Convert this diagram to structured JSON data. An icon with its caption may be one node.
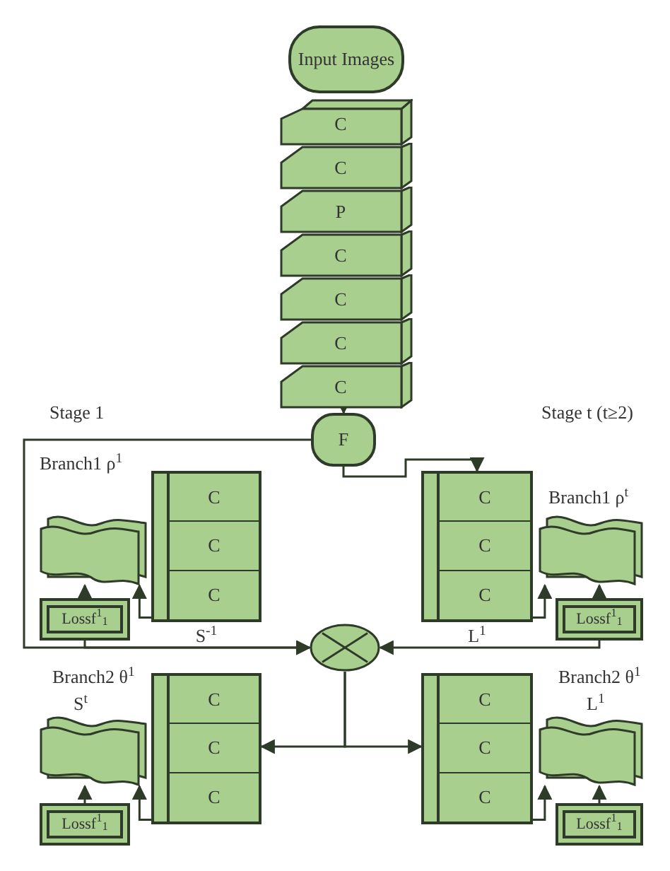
{
  "diagram": {
    "nodes": [
      {
        "text": [
          "Input Images"
        ]
      },
      {
        "text": [
          "C"
        ]
      },
      {
        "text": [
          "C"
        ]
      },
      {
        "text": [
          "P"
        ]
      },
      {
        "text": [
          "C"
        ]
      },
      {
        "text": [
          "C"
        ]
      },
      {
        "text": [
          "C"
        ]
      },
      {
        "text": [
          "C"
        ]
      },
      {
        "text": [
          "F"
        ]
      },
      {
        "text": [],
        "shape": "box",
        "beside": [
          "S$^{-1}$"
        ]
      },
      {
        "text": [
          "C"
        ],
        "in": 9
      },
      {
        "text": [
          "C"
        ],
        "in": 9
      },
      {
        "text": [
          "C"
        ],
        "in": 9
      },
      {
        "text": [],
        "shape": "document"
      },
      {
        "text": [
          "Lossf$^{1}$$_{1}$"
        ]
      },
      {
        "text": [],
        "shape": "box",
        "beside": [
          "L$^{1}$"
        ]
      },
      {
        "text": [
          "C"
        ],
        "in": 15
      },
      {
        "text": [
          "C"
        ],
        "in": 15
      },
      {
        "text": [
          "C"
        ],
        "in": 15
      },
      {
        "text": [],
        "shape": "document"
      },
      {
        "text": [
          "Lossf$^{1}$$_{1}$"
        ]
      },
      {
        "text": [],
        "shape": "circle"
      },
      {
        "text": [],
        "shape": "box"
      },
      {
        "text": [
          "C"
        ],
        "in": 22
      },
      {
        "text": [
          "C"
        ],
        "in": 22
      },
      {
        "text": [
          "C"
        ],
        "in": 22
      },
      {
        "text": [],
        "shape": "document"
      },
      {
        "text": [
          "Lossf$^{1}$$_{1}$"
        ]
      },
      {
        "text": [],
        "shape": "box"
      },
      {
        "text": [
          "C"
        ],
        "in": 28
      },
      {
        "text": [
          "C"
        ],
        "in": 28
      },
      {
        "text": [
          "C"
        ],
        "in": 28
      },
      {
        "text": [],
        "shape": "document"
      },
      {
        "text": [
          "Lossf$^{1}$$_{1}$"
        ]
      }
    ],
    "edges": [
      {
        "from": 7,
        "to": 8,
        "arrow": "to"
      },
      {
        "from": 8,
        "to": 21,
        "arrow": "to"
      },
      {
        "from": 8,
        "to": 15,
        "arrow": "to"
      },
      {
        "from": 9,
        "to": 13,
        "arrow": "to"
      },
      {
        "from": 14,
        "to": 13,
        "arrow": "to"
      },
      {
        "from": 14,
        "to": 21,
        "arrow": "to"
      },
      {
        "from": 15,
        "to": 19,
        "arrow": "to"
      },
      {
        "from": 20,
        "to": 19,
        "arrow": "to"
      },
      {
        "from": 20,
        "to": 21,
        "arrow": "to"
      },
      {
        "from": 21,
        "to": 22,
        "arrow": "to"
      },
      {
        "from": 21,
        "to": 28,
        "arrow": "to"
      },
      {
        "from": 22,
        "to": 26,
        "arrow": "to"
      },
      {
        "from": 27,
        "to": 26,
        "arrow": "to"
      },
      {
        "from": 28,
        "to": 32,
        "arrow": "to"
      },
      {
        "from": 33,
        "to": 32,
        "arrow": "to"
      }
    ],
    "labels": [
      "Stage 1",
      "Stage t (t≥2)",
      "Branch1 ρ$^{1}$",
      "Branch1 ρ$^{t}$",
      "Branch2 θ$^{1}$",
      "S$^{t}$",
      "Branch2 θ$^{1}$",
      "L$^{1}$"
    ]
  }
}
